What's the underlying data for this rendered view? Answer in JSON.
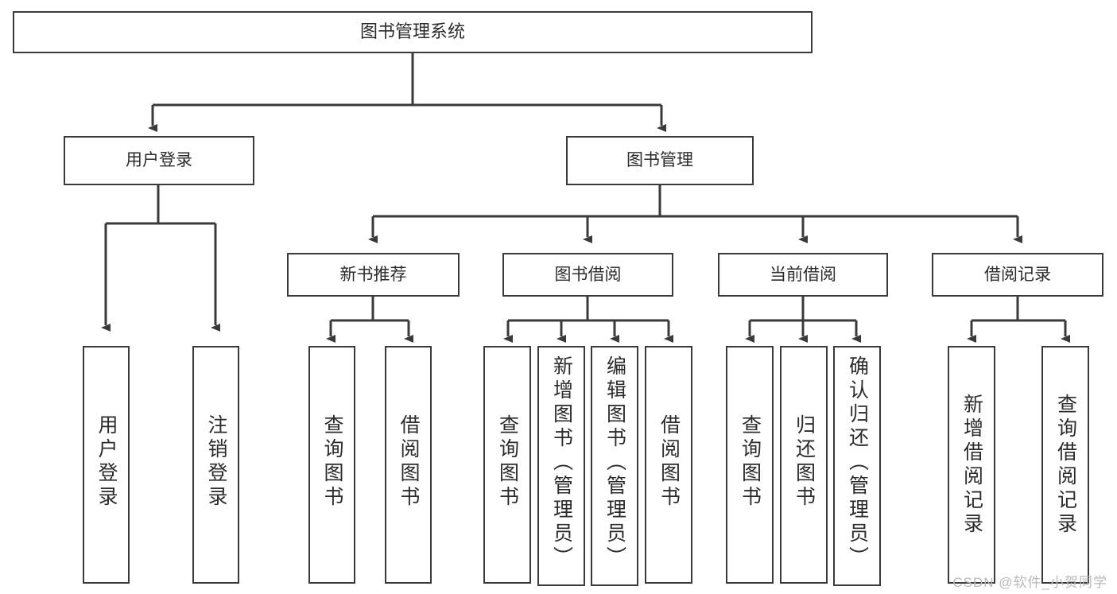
{
  "diagram": {
    "title": "图书管理系统",
    "type": "tree",
    "levels": {
      "root": {
        "label": "图书管理系统"
      },
      "level2": [
        {
          "label": "用户登录"
        },
        {
          "label": "图书管理"
        }
      ],
      "level3": [
        {
          "label": "新书推荐"
        },
        {
          "label": "图书借阅"
        },
        {
          "label": "当前借阅"
        },
        {
          "label": "借阅记录"
        }
      ],
      "leaves": {
        "user_login": [
          {
            "label": "用户登录"
          },
          {
            "label": "注销登录"
          }
        ],
        "new_book_rec": [
          {
            "label": "查询图书"
          },
          {
            "label": "借阅图书"
          }
        ],
        "book_borrow": [
          {
            "label": "查询图书"
          },
          {
            "label": "新增图书（管理员）"
          },
          {
            "label": "编辑图书（管理员）"
          },
          {
            "label": "借阅图书"
          }
        ],
        "current_borrow": [
          {
            "label": "查询图书"
          },
          {
            "label": "归还图书"
          },
          {
            "label": "确认归还（管理员）"
          }
        ],
        "borrow_record": [
          {
            "label": "新增借阅记录"
          },
          {
            "label": "查询借阅记录"
          }
        ]
      }
    },
    "colors": {
      "stroke": "#3a3a3a",
      "fill": "#ffffff",
      "text": "#2b2b2b",
      "watermark": "#b9b9b9"
    }
  },
  "watermark": {
    "text": "CSDN @软件_小贺同学"
  }
}
